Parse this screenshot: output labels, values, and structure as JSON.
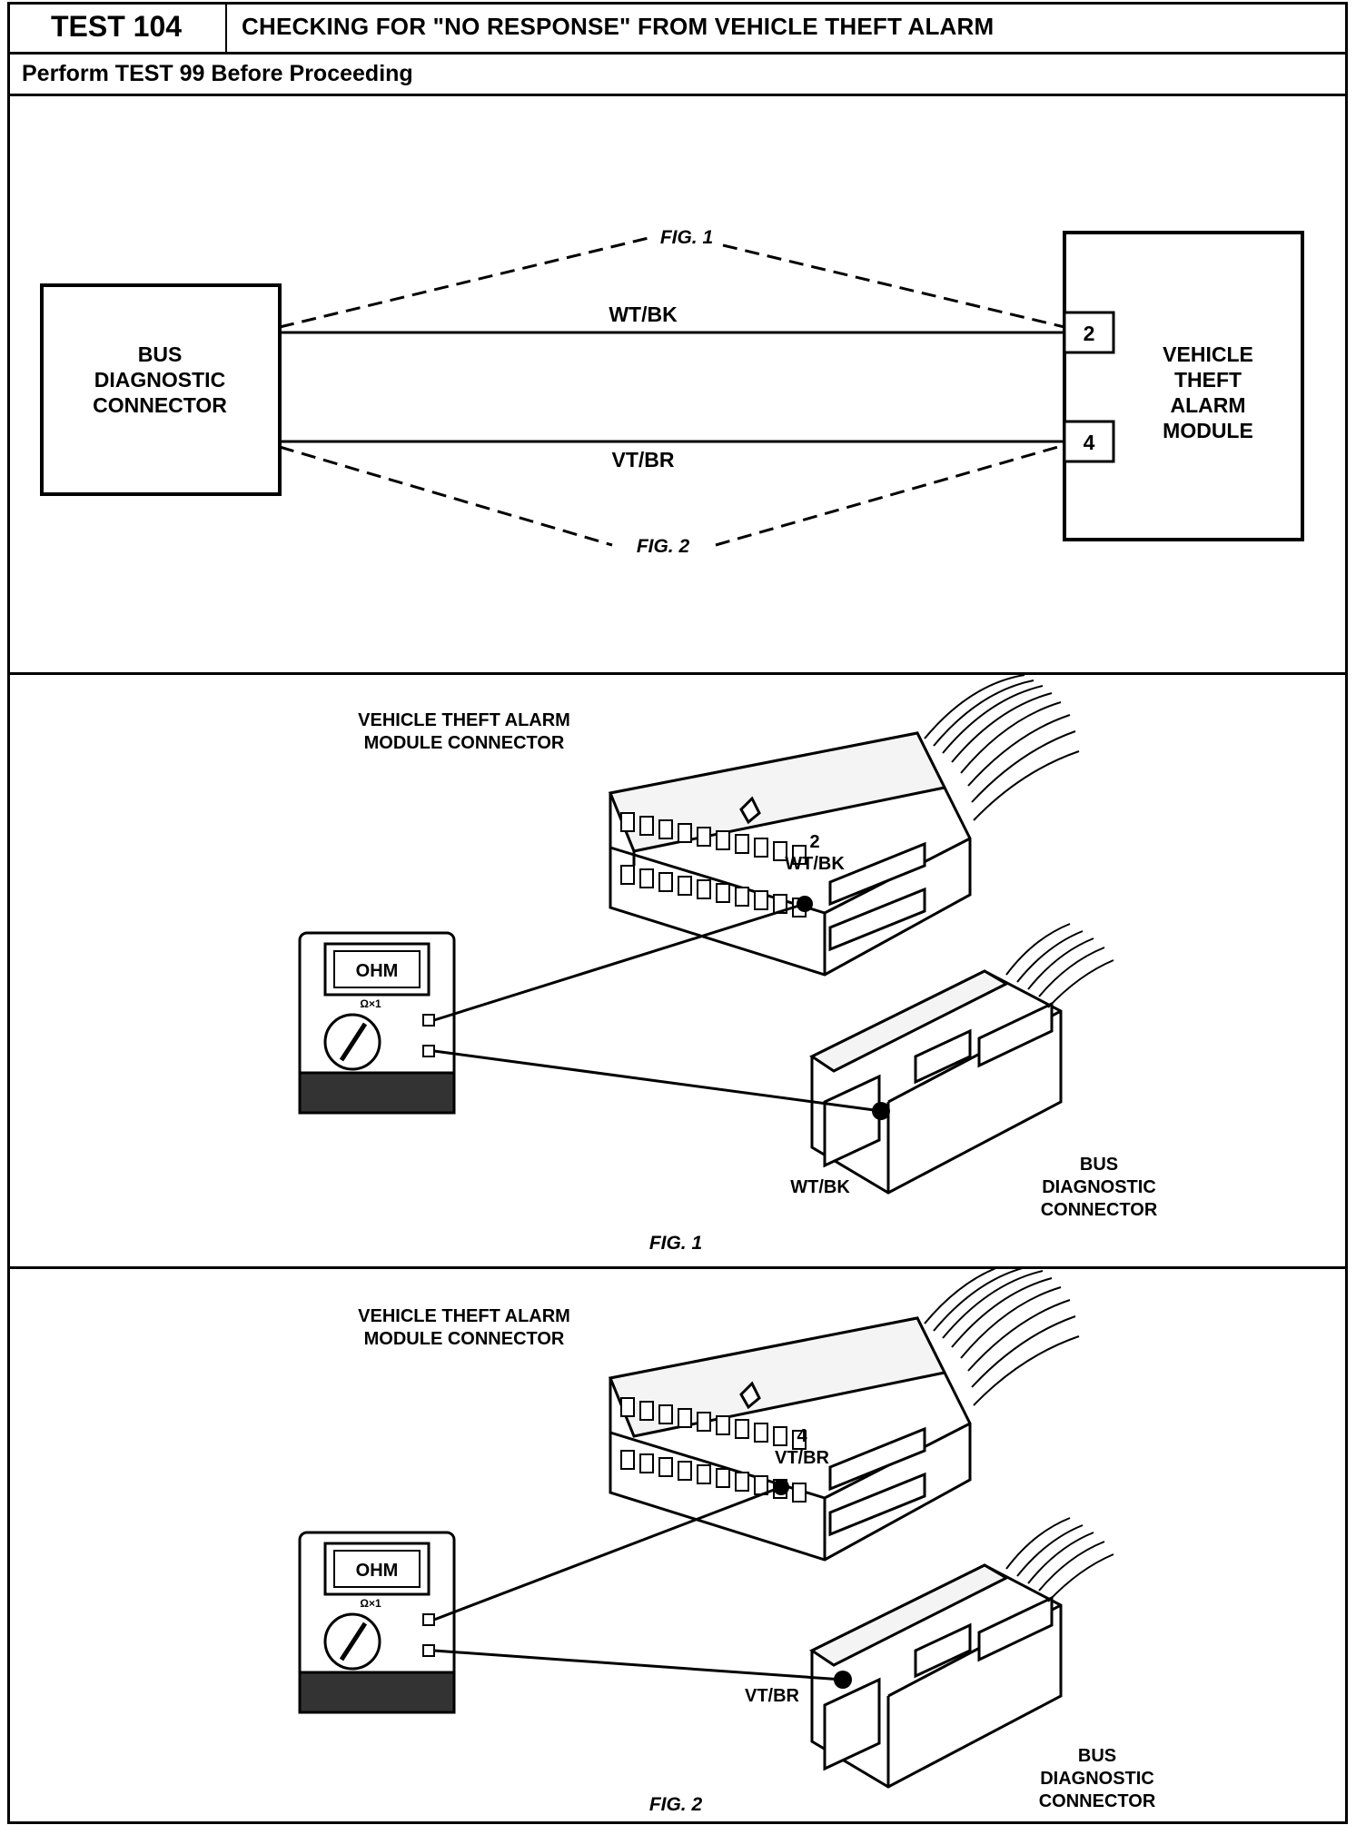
{
  "header": {
    "test_id": "TEST 104",
    "title": "CHECKING FOR \"NO RESPONSE\" FROM VEHICLE THEFT ALARM",
    "prerequisite": "Perform TEST 99 Before Proceeding"
  },
  "schematic": {
    "left_block": [
      "BUS",
      "DIAGNOSTIC",
      "CONNECTOR"
    ],
    "right_block": [
      "VEHICLE",
      "THEFT",
      "ALARM",
      "MODULE"
    ],
    "pin_top": "2",
    "pin_bottom": "4",
    "wire_top": "WT/BK",
    "wire_bottom": "VT/BR",
    "fig_top": "FIG. 1",
    "fig_bottom": "FIG. 2"
  },
  "fig1": {
    "module_connector_label": [
      "VEHICLE THEFT ALARM",
      "MODULE CONNECTOR"
    ],
    "pin_number": "2",
    "pin_wire": "WT/BK",
    "meter_display": "OHM",
    "meter_range": "Ω×1",
    "bus_wire": "WT/BK",
    "bus_label": [
      "BUS",
      "DIAGNOSTIC",
      "CONNECTOR"
    ],
    "caption": "FIG. 1"
  },
  "fig2": {
    "module_connector_label": [
      "VEHICLE THEFT ALARM",
      "MODULE CONNECTOR"
    ],
    "pin_number": "4",
    "pin_wire": "VT/BR",
    "meter_display": "OHM",
    "meter_range": "Ω×1",
    "bus_wire": "VT/BR",
    "bus_label": [
      "BUS",
      "DIAGNOSTIC",
      "CONNECTOR"
    ],
    "caption": "FIG. 2"
  }
}
